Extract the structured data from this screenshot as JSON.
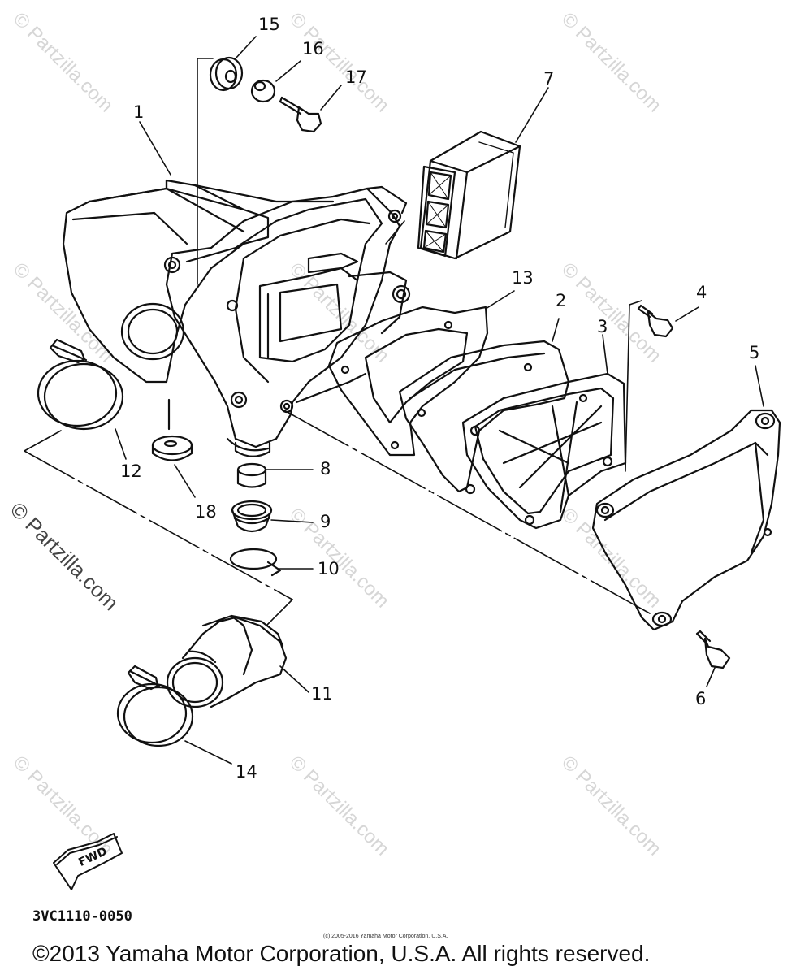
{
  "callouts": {
    "c1": "1",
    "c2": "2",
    "c3": "3",
    "c4": "4",
    "c5": "5",
    "c6": "6",
    "c7": "7",
    "c8": "8",
    "c9": "9",
    "c10": "10",
    "c11": "11",
    "c12": "12",
    "c13": "13",
    "c14": "14",
    "c15": "15",
    "c16": "16",
    "c17": "17",
    "c18": "18"
  },
  "watermark": "© Partzilla.com",
  "diagram_code": "3VC1110-0050",
  "copyright_small": "(c) 2005-2016 Yamaha Motor Corporation, U.S.A.",
  "copyright": "©2013 Yamaha Motor Corporation, U.S.A. All rights reserved.",
  "fwd_label": "FWD"
}
